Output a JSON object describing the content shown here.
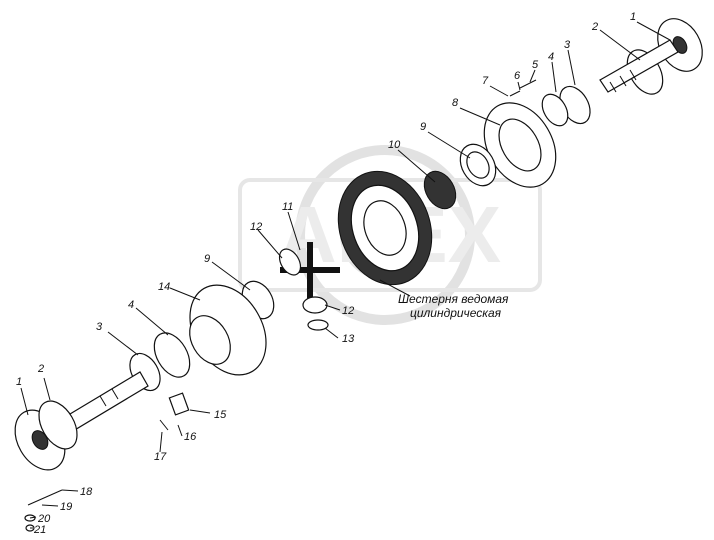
{
  "caption": {
    "line1": "Шестерня ведомая",
    "line2": "цилиндрическая"
  },
  "watermark": {
    "text": "ABEX"
  },
  "part_labels": {
    "upper_1": "1",
    "upper_2": "2",
    "upper_3": "3",
    "upper_4": "4",
    "upper_5": "5",
    "upper_6": "6",
    "upper_7": "7",
    "upper_8": "8",
    "upper_9": "9",
    "upper_10": "10",
    "mid_11": "11",
    "mid_12a": "12",
    "mid_12b": "12",
    "mid_13": "13",
    "mid_9": "9",
    "mid_14": "14",
    "lower_3": "3",
    "lower_4": "4",
    "lower_1": "1",
    "lower_2": "2",
    "lower_15": "15",
    "lower_16": "16",
    "lower_17": "17",
    "lower_18": "18",
    "lower_19": "19",
    "lower_20": "20",
    "lower_21": "21"
  }
}
